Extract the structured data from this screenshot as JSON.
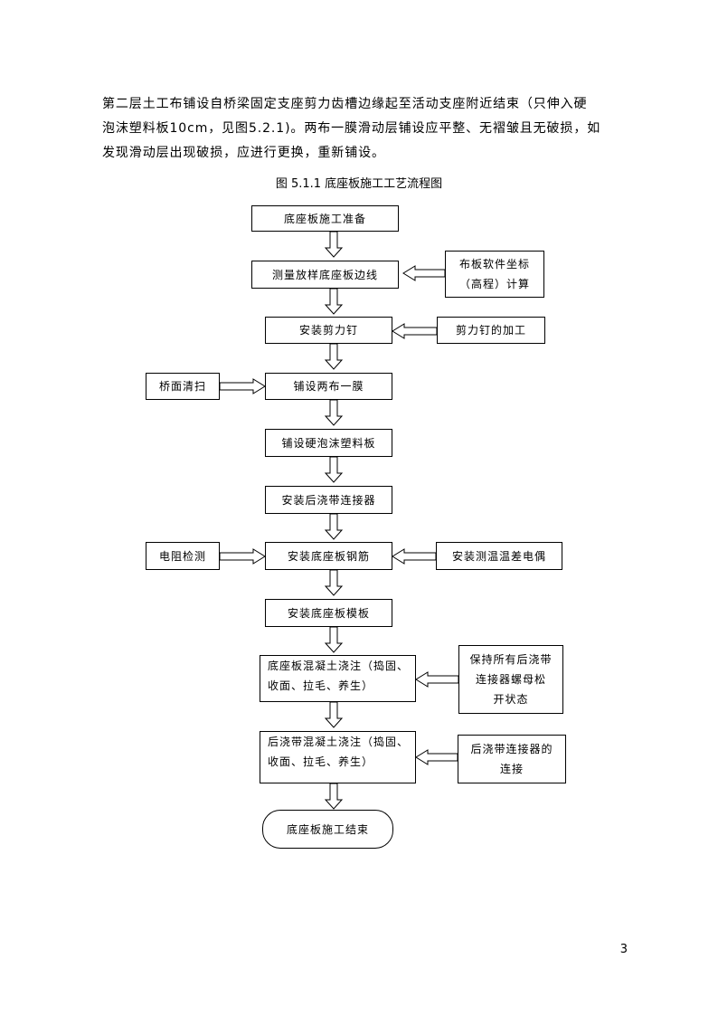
{
  "paragraph": {
    "line1": "第二层土工布铺设自桥梁固定支座剪力齿槽边缘起至活动支座附近结束（只伸入硬",
    "line2": "泡沫塑料板10cm，见图5.2.1)。两布一膜滑动层铺设应平整、无褶皱且无破损，如",
    "line3": "发现滑动层出现破损，应进行更换，重新铺设。"
  },
  "figure_caption": "图 5.1.1   底座板施工工艺流程图",
  "flowchart": {
    "main": [
      "底座板施工准备",
      "测量放样底座板边线",
      "安装剪力钉",
      "铺设两布一膜",
      "铺设硬泡沫塑料板",
      "安装后浇带连接器",
      "安装底座板钢筋",
      "安装底座板模板",
      "底座板混凝土浇注（捣固、",
      "收面、拉毛、养生）",
      "后浇带混凝土浇注（捣固、",
      "收面、拉毛、养生）",
      "底座板施工结束"
    ],
    "side": {
      "coord_line1": "布板软件坐标",
      "coord_line2": "（高程）计算",
      "nail_processing": "剪力钉的加工",
      "deck_cleaning": "桥面清扫",
      "resistance_test": "电阻检测",
      "thermocouple": "安装测温温差电偶",
      "loosen_line1": "保持所有后浇带",
      "loosen_line2": "连接器螺母松",
      "loosen_line3": "开状态",
      "conn_line1": "后浇带连接器的",
      "conn_line2": "连接"
    }
  },
  "page_number": "3"
}
